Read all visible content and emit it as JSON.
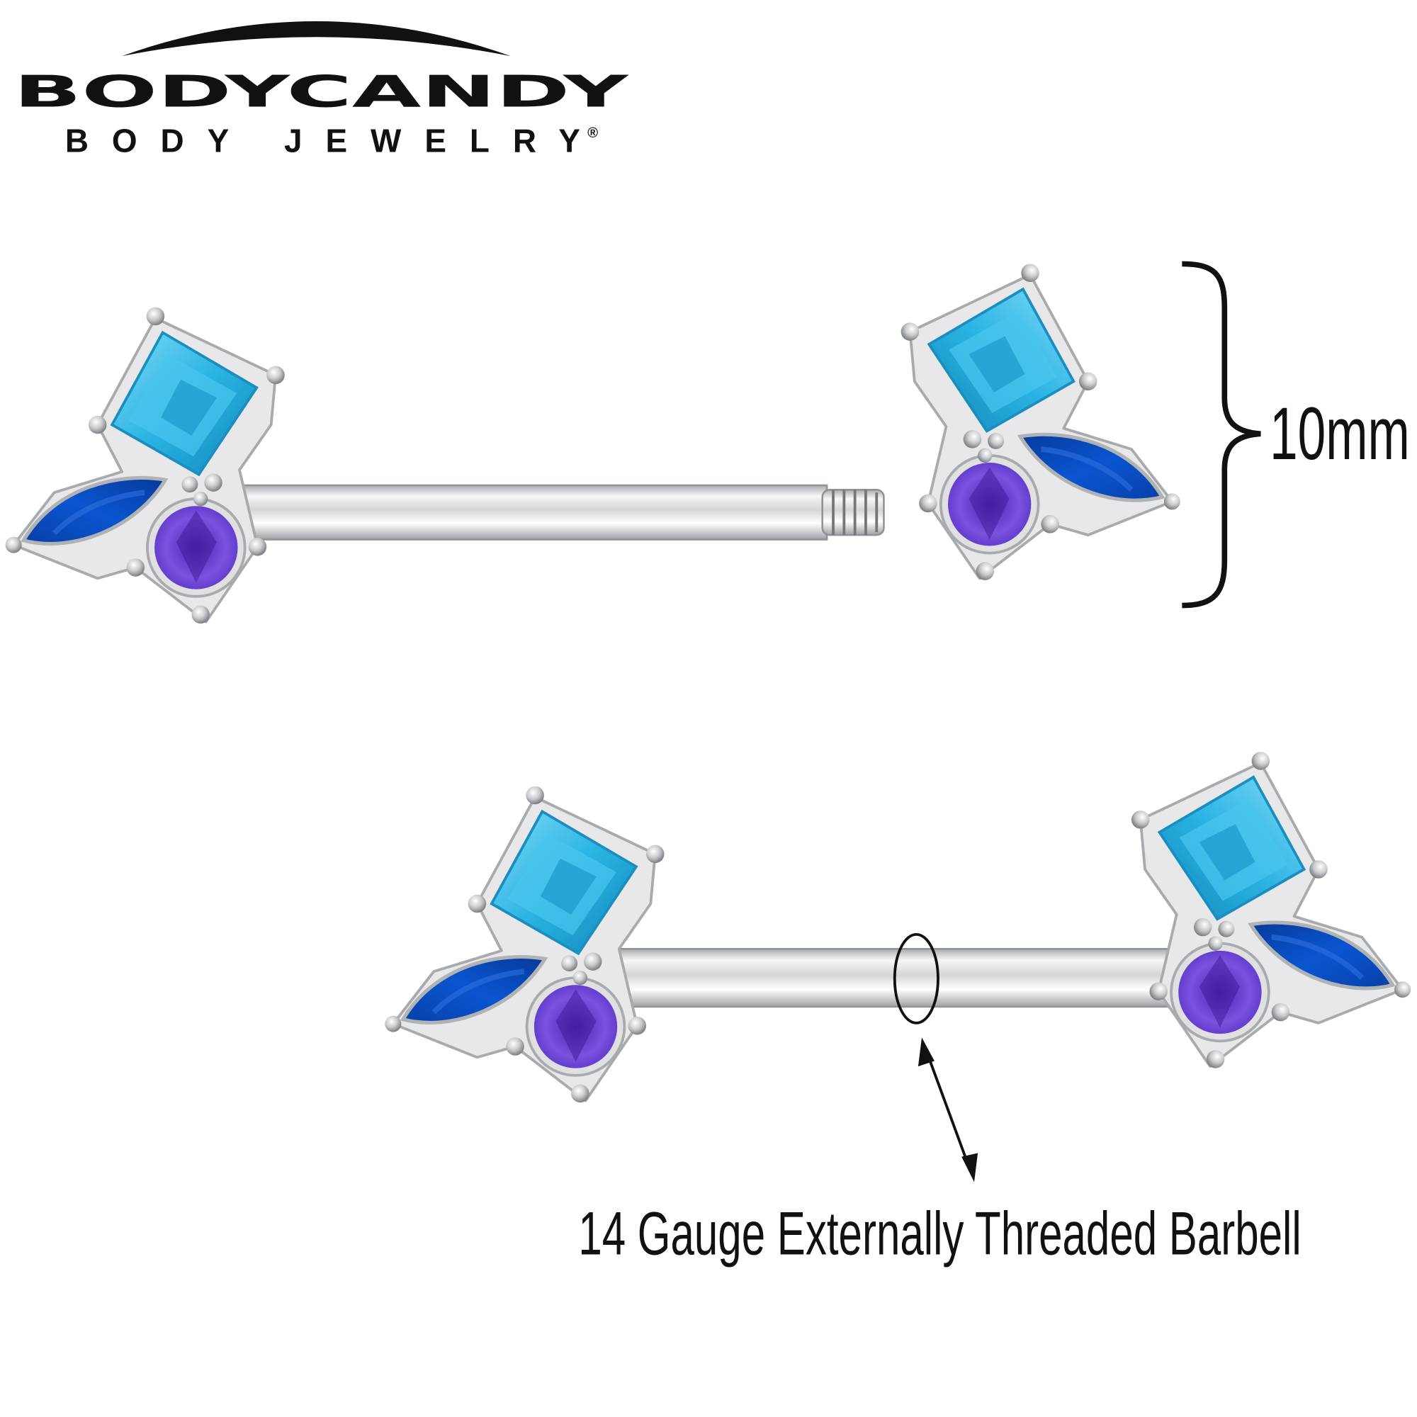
{
  "logo": {
    "brand": "BODYCANDY",
    "tagline": "BODY JEWELRY",
    "registered_mark": "®"
  },
  "annotations": {
    "size_label": "10mm",
    "barbell_label": "14 Gauge Externally Threaded Barbell"
  },
  "colors": {
    "square_gem": "#2bb3e3",
    "marquise_gem": "#0a4fc4",
    "round_gem": "#6a3fd6",
    "metal": "#e8e8ea",
    "text": "#111111"
  },
  "icons": [
    "brace-icon",
    "double-arrow-icon",
    "ring-outline-icon"
  ]
}
